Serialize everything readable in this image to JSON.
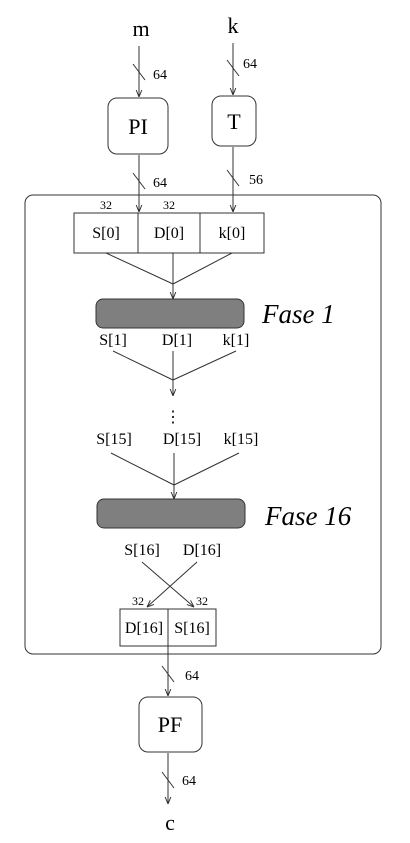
{
  "inputs": {
    "message": "m",
    "key": "k"
  },
  "bus_widths": {
    "m_in": "64",
    "k_in": "64",
    "pi_out": "64",
    "t_out": "56",
    "split_left": "32",
    "split_right": "32",
    "swap_left": "32",
    "swap_right": "32",
    "pf_in": "64",
    "pf_out": "64"
  },
  "blocks": {
    "pi": "PI",
    "t": "T",
    "pf": "PF"
  },
  "initial_state": [
    "S[0]",
    "D[0]",
    "k[0]"
  ],
  "phase1": {
    "label": "Fase 1",
    "outputs": [
      "S[1]",
      "D[1]",
      "k[1]"
    ]
  },
  "ellipsis": "⋮",
  "phase16": {
    "label": "Fase 16",
    "inputs": [
      "S[15]",
      "D[15]",
      "k[15]"
    ],
    "outputs": [
      "S[16]",
      "D[16]"
    ]
  },
  "final_state": [
    "D[16]",
    "S[16]"
  ],
  "output": "c",
  "colors": {
    "phase_fill": "#7f7f7f",
    "stroke": "#333333"
  }
}
